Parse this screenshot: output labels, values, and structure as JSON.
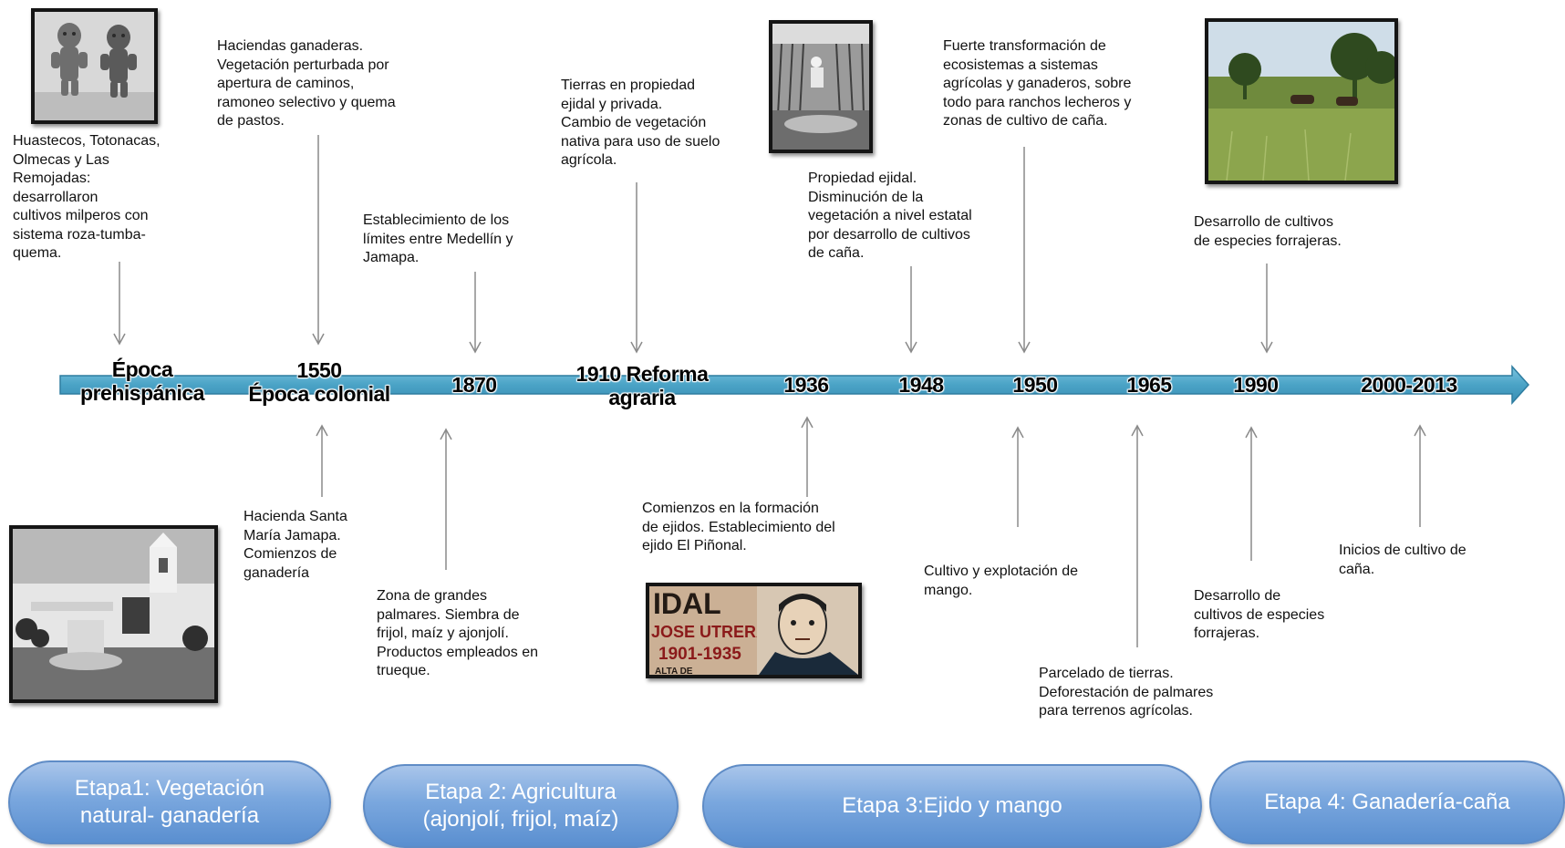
{
  "periods": [
    {
      "id": "prehispanica",
      "label": "Época\nprehispánica"
    },
    {
      "id": "1550",
      "label": "1550\nÉpoca colonial"
    },
    {
      "id": "1870",
      "label": "1870"
    },
    {
      "id": "1910",
      "label": "1910 Reforma\nagraria"
    },
    {
      "id": "1936",
      "label": "1936"
    },
    {
      "id": "1948",
      "label": "1948"
    },
    {
      "id": "1950",
      "label": "1950"
    },
    {
      "id": "1965",
      "label": "1965"
    },
    {
      "id": "1990",
      "label": "1990"
    },
    {
      "id": "2000",
      "label": "2000-2013"
    }
  ],
  "above_notes": {
    "prehispanica": "Huastecos, Totonacas,\nOlmecas y Las\nRemojadas:\ndesarrollaron\ncultivos milperos con\nsistema roza-tumba-\nquema.",
    "1550": "Haciendas ganaderas.\nVegetación perturbada por\napertura de caminos,\nramoneo selectivo y quema\nde pastos.",
    "1870": "Establecimiento de los\nlímites entre Medellín y\nJamapa.",
    "1910": "Tierras en propiedad\nejidal y privada.\nCambio de vegetación\nnativa para uso de suelo\nagrícola.",
    "1948": "Propiedad ejidal.\nDisminución de la\nvegetación a nivel estatal\npor desarrollo de cultivos\nde caña.",
    "1950": "Fuerte transformación de\necosistemas a sistemas\nagrícolas y ganaderos, sobre\ntodo para ranchos lecheros y\nzonas de cultivo de caña.",
    "1990": "Desarrollo de cultivos\nde especies forrajeras."
  },
  "below_notes": {
    "1550": "Hacienda Santa\nMaría Jamapa.\nComienzos de\nganadería",
    "1870": "Zona de grandes\npalmares. Siembra de\nfrijol, maíz y ajonjolí.\nProductos empleados en\ntrueque.",
    "1936": "Comienzos en la formación\nde ejidos. Establecimiento del\nejido El Piñonal.",
    "1950": "Cultivo y explotación de\nmango.",
    "1965": "Parcelado de tierras.\nDeforestación de palmares\npara terrenos agrícolas.",
    "1990": "Desarrollo de\ncultivos de especies\nforrajeras.",
    "2000": "Inicios de cultivo de\ncaña."
  },
  "mural": {
    "top_text": "IDAL",
    "name": "JOSE UTRERA",
    "years": "1901-1935",
    "bottom_text": "ALTA DE"
  },
  "stages": [
    {
      "id": "etapa1",
      "label": "Etapa1: Vegetación\nnatural- ganadería"
    },
    {
      "id": "etapa2",
      "label": "Etapa 2: Agricultura\n(ajonjolí, frijol, maíz)"
    },
    {
      "id": "etapa3",
      "label": "Etapa 3:Ejido y mango"
    },
    {
      "id": "etapa4",
      "label": "Etapa 4: Ganadería-caña"
    }
  ],
  "colors": {
    "timeline_fill": "#4aa3c6",
    "timeline_stroke": "#2e7da0",
    "arrow": "#8a8a8a",
    "stage_text": "#ffffff",
    "stage_fill": "#7aa7de"
  }
}
